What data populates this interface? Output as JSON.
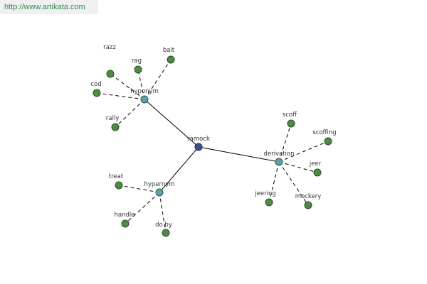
{
  "watermark": "http://www.artikata.com",
  "graph": {
    "root": "ramock",
    "relations": [
      {
        "id": "hyponym",
        "label": "hyponym",
        "leaves": [
          "razz",
          "rag",
          "bait",
          "cod",
          "rally"
        ]
      },
      {
        "id": "derivation",
        "label": "derivation",
        "leaves": [
          "scoff",
          "scoffing",
          "jeer",
          "jeering",
          "mockery"
        ]
      },
      {
        "id": "hypernym",
        "label": "hypernym",
        "leaves": [
          "treat",
          "handle",
          "do by"
        ]
      }
    ]
  },
  "colors": {
    "root": "#3d4f8f",
    "relation": "#5aa2a6",
    "leaf": "#4f8a45"
  }
}
